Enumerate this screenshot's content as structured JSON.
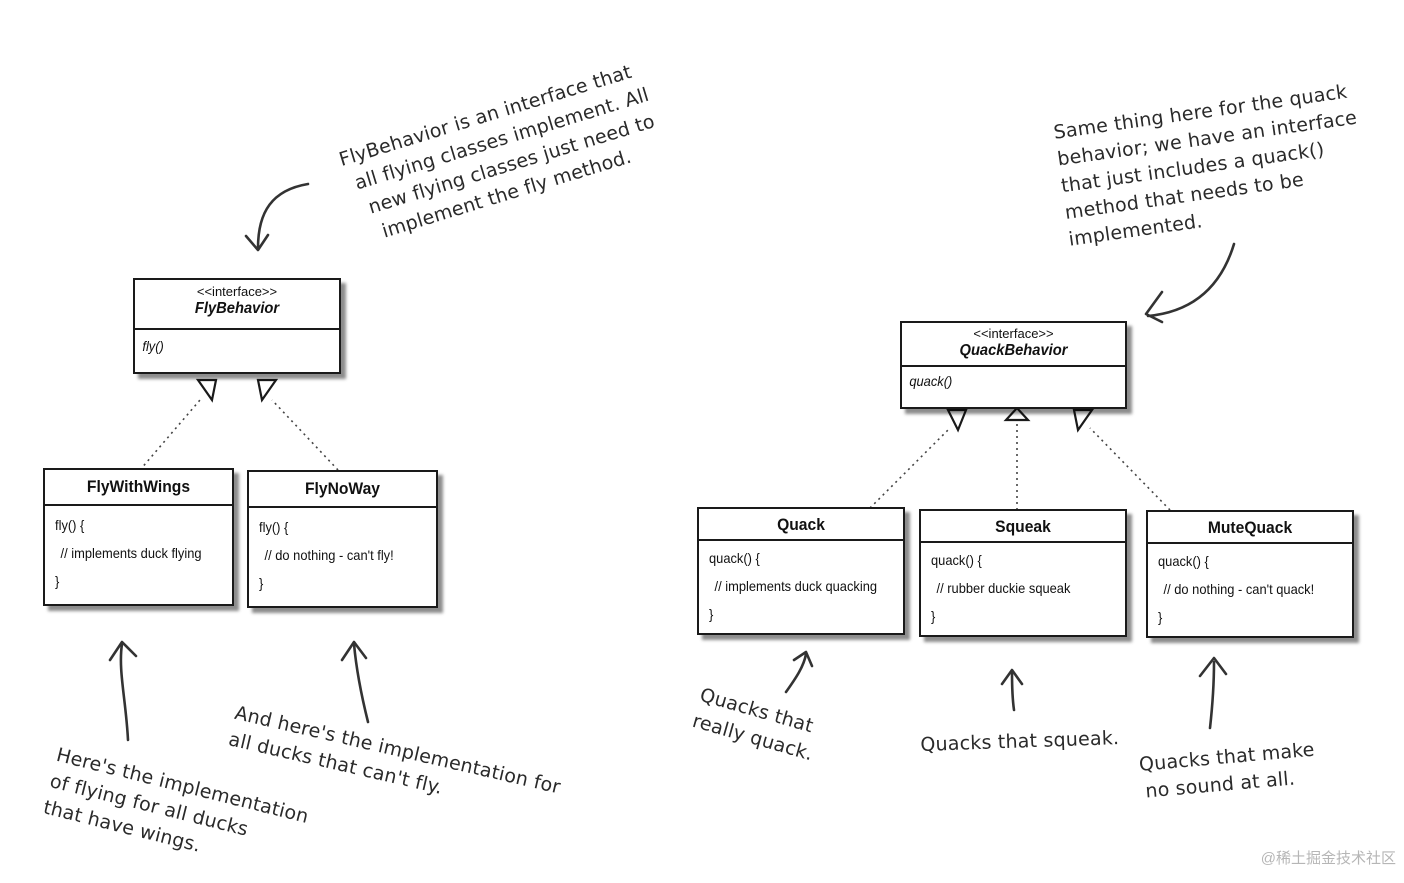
{
  "fly": {
    "interface": {
      "stereotype": "<<interface>>",
      "name": "FlyBehavior",
      "method": "fly()"
    },
    "classes": [
      {
        "name": "FlyWithWings",
        "lines": [
          "fly() {",
          "  // implements duck flying",
          "}"
        ]
      },
      {
        "name": "FlyNoWay",
        "lines": [
          "fly() {",
          "  // do nothing - can't fly!",
          "}"
        ]
      }
    ],
    "notes": {
      "interface": [
        "FlyBehavior is an interface that",
        "all flying classes implement.  All",
        "new flying classes just need to",
        "implement the fly method."
      ],
      "with_wings": [
        "Here's the implementation",
        "of flying for all ducks",
        "that have wings."
      ],
      "no_way": [
        "And here's the implementation for",
        "all ducks that can't fly."
      ]
    }
  },
  "quack": {
    "interface": {
      "stereotype": "<<interface>>",
      "name": "QuackBehavior",
      "method": "quack()"
    },
    "classes": [
      {
        "name": "Quack",
        "lines": [
          "quack() {",
          "  // implements duck quacking",
          "}"
        ]
      },
      {
        "name": "Squeak",
        "lines": [
          "quack() {",
          "  // rubber duckie squeak",
          "}"
        ]
      },
      {
        "name": "MuteQuack",
        "lines": [
          "quack() {",
          "  // do nothing - can't quack!",
          "}"
        ]
      }
    ],
    "notes": {
      "interface": [
        "Same thing here for the quack",
        "behavior; we have an interface",
        "that just includes a quack()",
        "method that needs to be",
        "implemented."
      ],
      "quack": [
        "Quacks that",
        "really quack."
      ],
      "squeak": [
        "Quacks that squeak."
      ],
      "mute": [
        "Quacks that make",
        "no sound at all."
      ]
    }
  },
  "watermark": "@稀土掘金技术社区"
}
